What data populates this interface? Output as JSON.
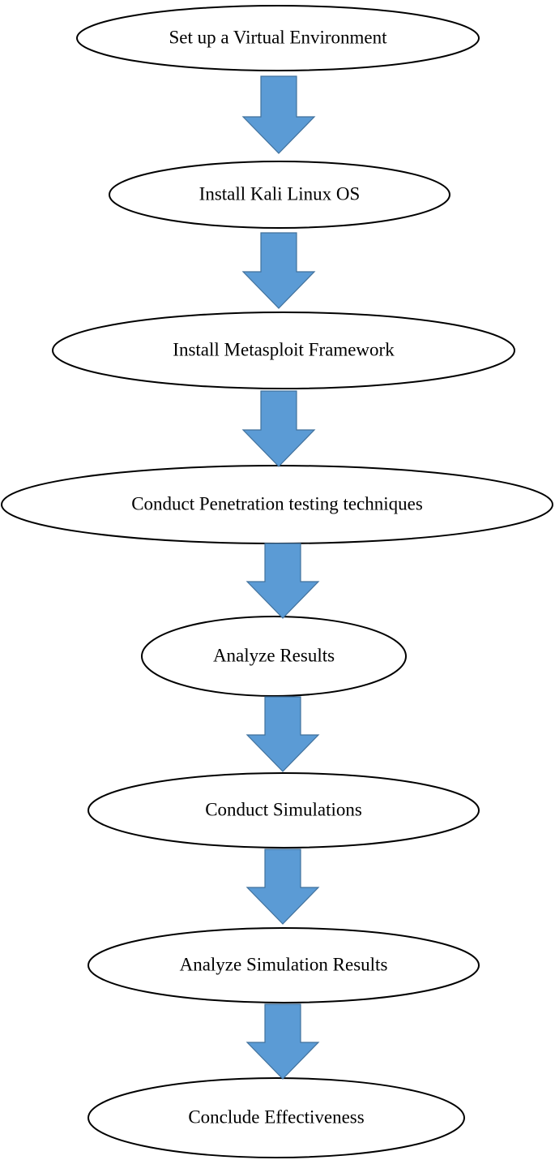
{
  "colors": {
    "arrow_fill": "#5b9bd5",
    "arrow_stroke": "#41719c",
    "node_stroke": "#000000",
    "background": "#ffffff"
  },
  "flowchart": {
    "steps": [
      {
        "label": "Set up a Virtual Environment"
      },
      {
        "label": "Install Kali Linux OS"
      },
      {
        "label": "Install Metasploit Framework"
      },
      {
        "label": "Conduct Penetration testing techniques"
      },
      {
        "label": "Analyze Results"
      },
      {
        "label": "Conduct Simulations"
      },
      {
        "label": "Analyze Simulation Results"
      },
      {
        "label": "Conclude Effectiveness"
      }
    ]
  }
}
